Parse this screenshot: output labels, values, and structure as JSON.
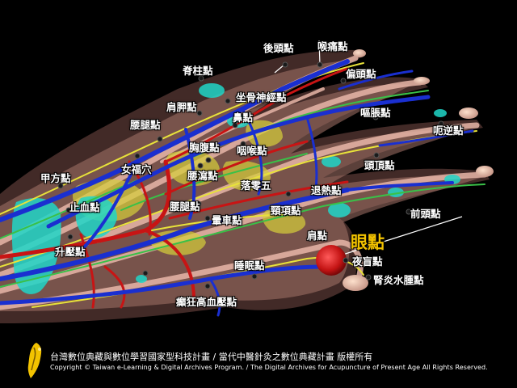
{
  "points": [
    {
      "id": "houtou",
      "label": "後頭點"
    },
    {
      "id": "houtong",
      "label": "喉痛點"
    },
    {
      "id": "jizhu",
      "label": "脊柱點"
    },
    {
      "id": "piantou",
      "label": "偏頭點"
    },
    {
      "id": "jianjiao",
      "label": "肩胛點"
    },
    {
      "id": "zuogu",
      "label": "坐骨神經點"
    },
    {
      "id": "bi",
      "label": "鼻點"
    },
    {
      "id": "outu",
      "label": "嘔脹點"
    },
    {
      "id": "yaotui-upper",
      "label": "腰腿點"
    },
    {
      "id": "enini",
      "label": "呃逆點"
    },
    {
      "id": "houlong",
      "label": "咽喉點"
    },
    {
      "id": "xiongfu",
      "label": "胸腹點"
    },
    {
      "id": "toudian",
      "label": "頭頂點"
    },
    {
      "id": "nvfu",
      "label": "女福穴"
    },
    {
      "id": "yaoxie",
      "label": "腰瀉點"
    },
    {
      "id": "jiafang",
      "label": "甲方點"
    },
    {
      "id": "luozhen",
      "label": "落零五"
    },
    {
      "id": "tuire",
      "label": "退熱點"
    },
    {
      "id": "zhixue",
      "label": "止血點"
    },
    {
      "id": "yaotui-lower",
      "label": "腰腿點"
    },
    {
      "id": "jingxiang",
      "label": "頸項點"
    },
    {
      "id": "qiantou",
      "label": "前頭點"
    },
    {
      "id": "yunche",
      "label": "暈車點"
    },
    {
      "id": "jian",
      "label": "肩點"
    },
    {
      "id": "yan",
      "label": "眼點"
    },
    {
      "id": "shengya",
      "label": "升壓點"
    },
    {
      "id": "yemang",
      "label": "夜盲點"
    },
    {
      "id": "shuimian",
      "label": "睡眠點"
    },
    {
      "id": "shenyan",
      "label": "腎炎水腫點"
    },
    {
      "id": "dianjing",
      "label": "癲狂高血壓點"
    }
  ],
  "footer": {
    "title_cn": "台灣數位典藏與數位學習國家型科技計畫 / 當代中醫針灸之數位典藏計畫 版權所有",
    "copyright_en": "Copyright © Taiwan e-Learning & Digital Archives Program. / The Digital Archives for Acupuncture of Present Age All Rights Reserved."
  },
  "colors": {
    "background": "#000000",
    "label": "#ffffff",
    "highlight_label": "#f2c200",
    "highlight_point": "#d41818",
    "artery": "#c81414",
    "vein": "#1a2fd0",
    "nerve": "#e8e23a",
    "tendon": "#e8b6a8",
    "cartilage": "#20d6c8"
  }
}
